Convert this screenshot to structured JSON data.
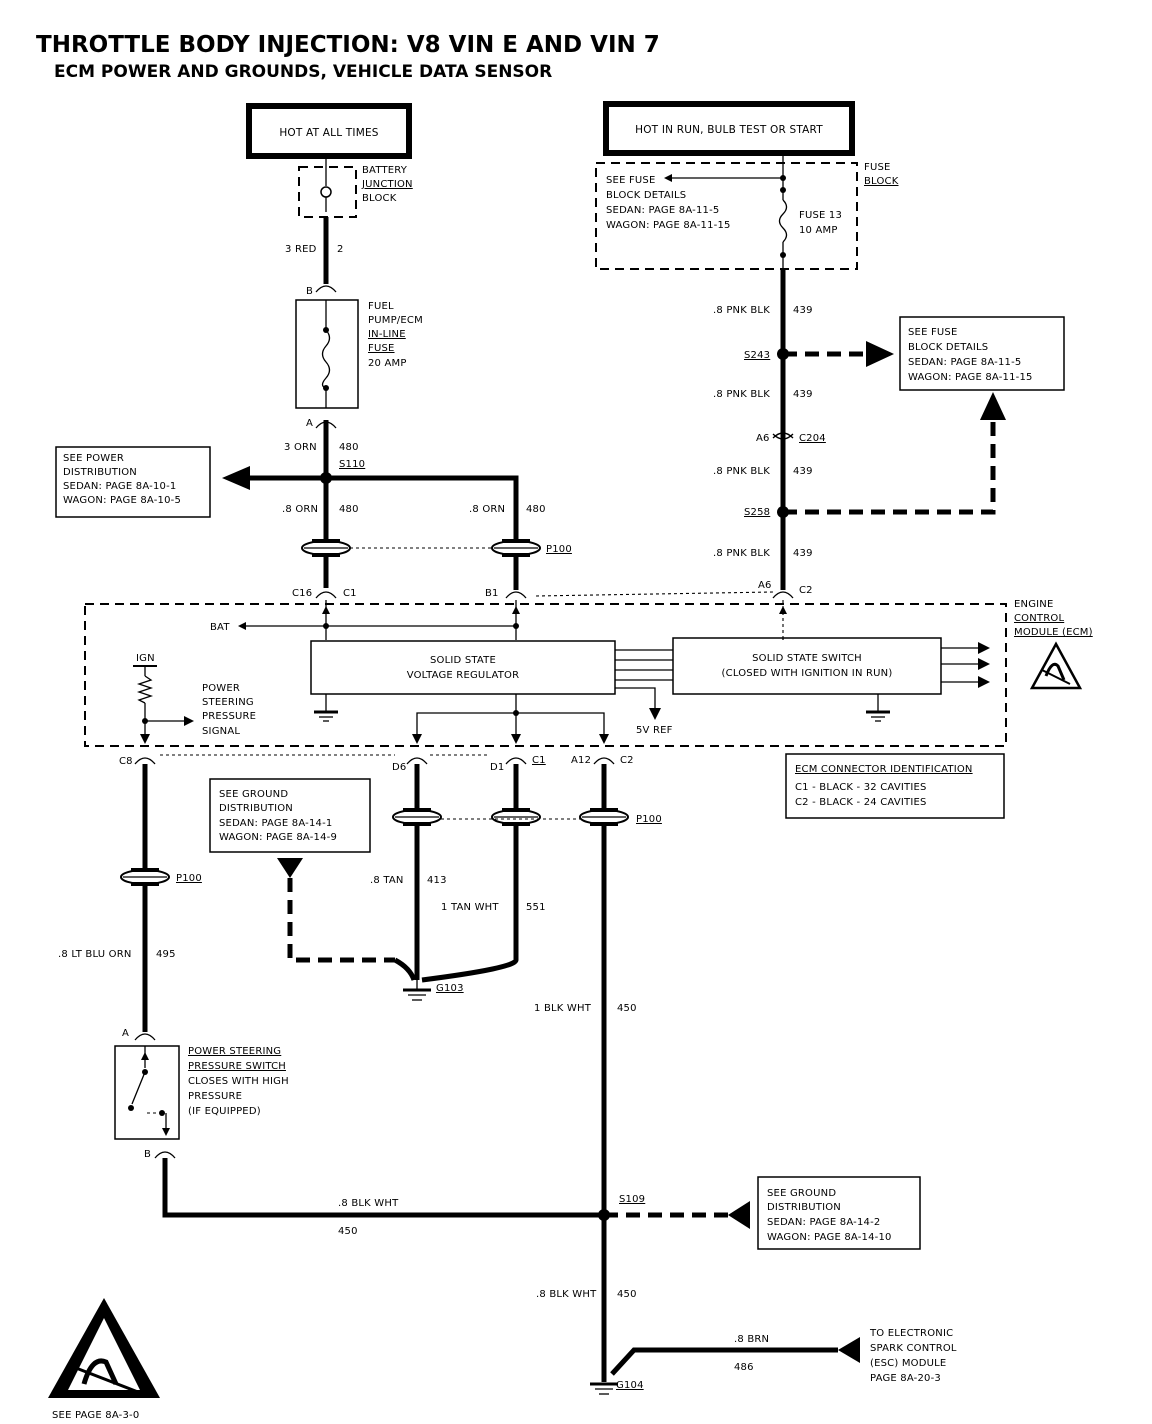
{
  "title": {
    "line1": "THROTTLE BODY INJECTION:  V8  VIN E AND  VIN 7",
    "line2": "ECM POWER AND GROUNDS, VEHICLE DATA SENSOR"
  },
  "power_sources": {
    "hot_at_all_times": "HOT AT ALL TIMES",
    "hot_in_run": "HOT IN RUN, BULB TEST OR START"
  },
  "battery_junction": [
    "BATTERY",
    "JUNCTION",
    "BLOCK"
  ],
  "fuse_block_details": [
    "SEE FUSE",
    "BLOCK DETAILS",
    "SEDAN:   PAGE 8A-11-5",
    "WAGON:  PAGE 8A-11-15"
  ],
  "fuse_block_label": [
    "FUSE",
    "BLOCK"
  ],
  "fuse13": [
    "FUSE 13",
    "10 AMP"
  ],
  "fuel_pump_fuse": [
    "FUEL",
    "PUMP/ECM",
    "IN-LINE",
    "FUSE",
    "20 AMP"
  ],
  "fuse_block_ref_box": [
    "SEE FUSE",
    "BLOCK DETAILS",
    "SEDAN:   PAGE 8A-11-5",
    "WAGON:  PAGE 8A-11-15"
  ],
  "power_distribution_box": [
    "SEE POWER",
    "DISTRIBUTION",
    "SEDAN:    PAGE 8A-10-1",
    "WAGON:  PAGE 8A-10-5"
  ],
  "ground_distribution_box_1": [
    "SEE GROUND",
    "DISTRIBUTION",
    "SEDAN:    PAGE 8A-14-1",
    "WAGON:  PAGE 8A-14-9"
  ],
  "ground_distribution_box_2": [
    "SEE GROUND",
    "DISTRIBUTION",
    "SEDAN:     PAGE 8A-14-2",
    "WAGON:  PAGE 8A-14-10"
  ],
  "esc_module_box": [
    "TO ELECTRONIC",
    "SPARK CONTROL",
    "(ESC) MODULE",
    "PAGE 8A-20-3"
  ],
  "ecm_label": [
    "ENGINE",
    "CONTROL",
    "MODULE (ECM)"
  ],
  "ecm_connector_id": {
    "title": "ECM CONNECTOR IDENTIFICATION",
    "rows": [
      "C1   -   BLACK     -  32 CAVITIES",
      "C2   -   BLACK     -  24 CAVITIES"
    ]
  },
  "regulator": [
    "SOLID STATE",
    "VOLTAGE REGULATOR"
  ],
  "solid_state_switch": [
    "SOLID STATE SWITCH",
    "(CLOSED WITH IGNITION IN RUN)"
  ],
  "ecm_internal": {
    "bat": "BAT",
    "ign": "IGN",
    "ps_signal": [
      "POWER",
      "STEERING",
      "PRESSURE",
      "SIGNAL"
    ],
    "sv_ref": "5V REF"
  },
  "ps_switch": [
    "POWER STEERING",
    "PRESSURE SWITCH",
    "CLOSES WITH HIGH",
    "PRESSURE",
    "(IF EQUIPPED)"
  ],
  "splices": {
    "s110": "S110",
    "s243": "S243",
    "s258": "S258",
    "s109": "S109",
    "p100": "P100",
    "c204": "C204",
    "g103": "G103",
    "g104": "G104"
  },
  "pins": {
    "b": "B",
    "a": "A",
    "c16": "C16",
    "c1": "C1",
    "b1": "B1",
    "a6": "A6",
    "c2": "C2",
    "c8": "C8",
    "d6": "D6",
    "d1": "D1",
    "a12": "A12",
    "ps_a": "A",
    "ps_b": "B"
  },
  "wires": {
    "red": "3 RED",
    "red_num": "2",
    "orn3": "3 ORN",
    "orn3_num": "480",
    "orn8a": ".8 ORN",
    "orn8a_num": "480",
    "orn8b": ".8 ORN",
    "orn8b_num": "480",
    "pnk1": ".8 PNK BLK",
    "pnk1_num": "439",
    "pnk2": ".8 PNK BLK",
    "pnk2_num": "439",
    "pnk3": ".8 PNK BLK",
    "pnk3_num": "439",
    "pnk4": ".8 PNK BLK",
    "pnk4_num": "439",
    "tan": ".8 TAN",
    "tan_num": "413",
    "tanwht": "1 TAN WHT",
    "tanwht_num": "551",
    "ltblu": ".8 LT BLU ORN",
    "ltblu_num": "495",
    "blkwht1": "1 BLK WHT",
    "blkwht1_num": "450",
    "blkwht2": ".8 BLK WHT",
    "blkwht2_num": "450",
    "blkwht3": ".8 BLK WHT",
    "blkwht3_num": "450",
    "brn": ".8 BRN",
    "brn_num": "486"
  },
  "footer_ref": "SEE PAGE 8A-3-0"
}
